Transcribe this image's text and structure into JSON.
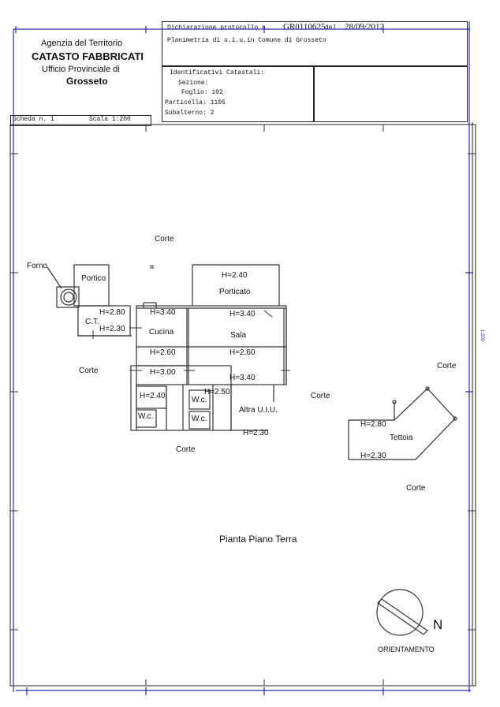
{
  "header": {
    "agency_line1": "Agenzia del Territorio",
    "agency_line2": "CATASTO FABBRICATI",
    "agency_line3": "Ufficio Provinciale di",
    "agency_line4": "Grosseto",
    "protocol_prefix": "Dichiarazione protocollo n.",
    "protocol_number": "GR0110625",
    "protocol_del": "del",
    "protocol_date": "28/09/2012",
    "planimetria": "Planimetria di u.i.u.in Comune di Grosseto",
    "identificativi_title": "Identificativi Catastali:",
    "sezione": "Sezione:",
    "foglio": "Foglio: 102",
    "particella": "Particella: 1105",
    "subalterno": "Subalterno: 2",
    "scheda": "Scheda n. 1",
    "scala": "Scala 1:200"
  },
  "plan": {
    "labels": {
      "corte_top": "Corte",
      "forno": "Forno",
      "portico": "Portico",
      "h240_porticato": "H=2.40",
      "porticato": "Porticato",
      "ct": "C.T.",
      "h280_ct": "H=2.80",
      "h230_ct": "H=2.30",
      "h340_cucina": "H=3.40",
      "cucina": "Cucina",
      "h260_cucina": "H=2.60",
      "h340_sala": "H=3.40",
      "sala": "Sala",
      "h260_sala": "H=2.60",
      "corte_left": "Corte",
      "h300": "H=3.00",
      "h340_bottom": "H=3.40",
      "h240_bath": "H=2.40",
      "h250": "H=2.50",
      "wc1": "W.c.",
      "wc2": "W.c.",
      "wc3": "W.c.",
      "altra_uiu": "Altra U.I.U.",
      "corte_mid": "Corte",
      "h230_wc": "H=2.30",
      "corte_bottom": "Corte",
      "corte_right": "Corte",
      "h280_tettoia": "H=2.80",
      "tettoia": "Tettoia",
      "h230_tettoia": "H=2.30",
      "corte_lower_right": "Corte",
      "pianta": "Pianta Piano Terra",
      "north": "N",
      "orientamento": "ORIENTAMENTO"
    }
  }
}
